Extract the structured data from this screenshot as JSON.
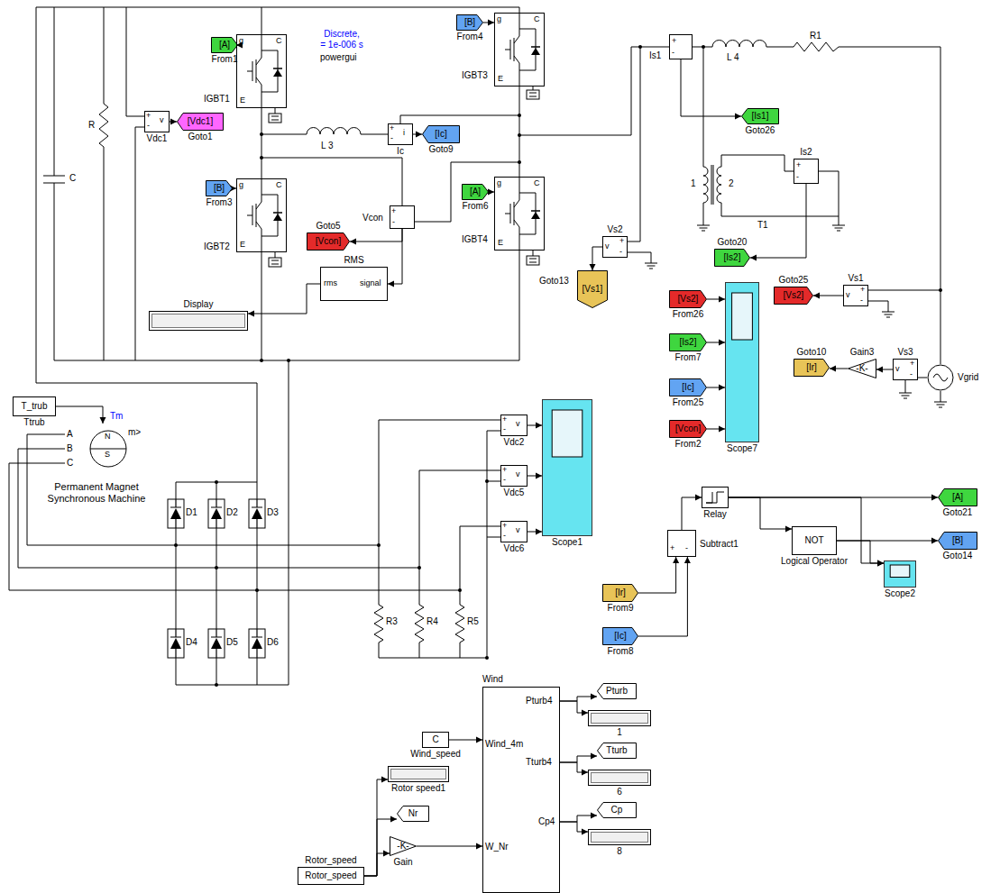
{
  "diagram": {
    "nodes": [
      {
        "text": [
          "[A]",
          "From1"
        ]
      },
      {
        "text": [
          "IGBT1",
          "g",
          "C",
          "E"
        ]
      },
      {
        "text": [
          "Discrete, = 1e-006 s",
          "powergui"
        ]
      },
      {
        "text": [
          "+",
          "v",
          "-",
          "Vdc1"
        ]
      },
      {
        "text": [
          "[Vdc1]",
          "Goto1"
        ]
      },
      {
        "text": [
          "+",
          "i",
          "-",
          "Ic"
        ]
      },
      {
        "text": [
          "[Ic]",
          "Goto9"
        ]
      },
      {
        "text": [
          "[B]",
          "From3"
        ]
      },
      {
        "text": [
          "IGBT2",
          "g",
          "C",
          "E"
        ]
      },
      {
        "text": [
          "+",
          "-",
          "Vcon"
        ]
      },
      {
        "text": [
          "[Vcon]",
          "Goto5"
        ]
      },
      {
        "text": [
          "rms",
          "signal",
          "RMS"
        ]
      },
      {
        "text": [
          "Display"
        ]
      },
      {
        "text": [
          "[B]",
          "From4"
        ]
      },
      {
        "text": [
          "IGBT3",
          "g",
          "C",
          "E"
        ]
      },
      {
        "text": [
          "[A]",
          "From6"
        ]
      },
      {
        "text": [
          "IGBT4",
          "g",
          "C",
          "E"
        ]
      },
      {
        "text": [
          "+",
          "-",
          "Is1"
        ]
      },
      {
        "text": [
          "[Is1]",
          "Goto26"
        ]
      },
      {
        "text": [
          "+",
          "-",
          "Is2"
        ]
      },
      {
        "text": [
          "[Is2]",
          "Goto20"
        ]
      },
      {
        "text": [
          "v",
          "+",
          "-",
          "Vs2"
        ]
      },
      {
        "text": [
          "[Vs1]",
          "Goto13"
        ]
      },
      {
        "text": [
          "[Vs2]",
          "From26"
        ]
      },
      {
        "text": [
          "[Is2]",
          "From7"
        ]
      },
      {
        "text": [
          "[Ic]",
          "From25"
        ]
      },
      {
        "text": [
          "[Vcon]",
          "From2"
        ]
      },
      {
        "text": [
          "Scope7"
        ]
      },
      {
        "text": [
          "[Vs2]",
          "Goto25"
        ]
      },
      {
        "text": [
          "v",
          "+",
          "-",
          "Vs1"
        ]
      },
      {
        "text": [
          "[Ir]",
          "Goto10"
        ]
      },
      {
        "text": [
          "-K-",
          "Gain3"
        ]
      },
      {
        "text": [
          "v",
          "+",
          "-",
          "Vs3"
        ]
      },
      {
        "text": [
          "Vgrid"
        ]
      },
      {
        "text": [
          "T_trub",
          "Ttrub"
        ]
      },
      {
        "text": [
          "Tm",
          "m>",
          "A",
          "B",
          "C",
          "N",
          "S",
          "Permanent Magnet Synchronous Machine"
        ]
      },
      {
        "text": [
          "+",
          "v",
          "-",
          "Vdc2"
        ]
      },
      {
        "text": [
          "+",
          "v",
          "-",
          "Vdc5"
        ]
      },
      {
        "text": [
          "+",
          "v",
          "-",
          "Vdc6"
        ]
      },
      {
        "text": [
          "Scope1"
        ]
      },
      {
        "text": [
          "Relay"
        ]
      },
      {
        "text": [
          "+",
          "-",
          "Subtract1"
        ]
      },
      {
        "text": [
          "NOT",
          "Logical Operator"
        ]
      },
      {
        "text": [
          "[A]",
          "Goto21"
        ]
      },
      {
        "text": [
          "[B]",
          "Goto14"
        ]
      },
      {
        "text": [
          "Scope2"
        ]
      },
      {
        "text": [
          "[Ir]",
          "From9"
        ]
      },
      {
        "text": [
          "[Ic]",
          "From8"
        ]
      },
      {
        "text": [
          "Wind",
          "Wind_4m",
          "W_Nr",
          "Pturb4",
          "Tturb4",
          "Cp4"
        ]
      },
      {
        "text": [
          "C",
          "Wind_speed"
        ]
      },
      {
        "text": [
          "Rotor speed1"
        ]
      },
      {
        "text": [
          "Nr"
        ]
      },
      {
        "text": [
          "-K-",
          "Gain"
        ]
      },
      {
        "text": [
          "Rotor_speed",
          "Rotor_speed"
        ]
      },
      {
        "text": [
          "Pturb"
        ]
      },
      {
        "text": [
          "1"
        ]
      },
      {
        "text": [
          "Tturb"
        ]
      },
      {
        "text": [
          "6"
        ]
      },
      {
        "text": [
          "Cp"
        ]
      },
      {
        "text": [
          "8"
        ]
      }
    ],
    "edges": [
      {
        "from": 3,
        "to": 4,
        "arrow": "to"
      },
      {
        "from": 5,
        "to": 6,
        "arrow": "to"
      },
      {
        "from": 0,
        "to": 1,
        "arrow": "to"
      },
      {
        "from": 7,
        "to": 8,
        "arrow": "to"
      },
      {
        "from": 13,
        "to": 14,
        "arrow": "to"
      },
      {
        "from": 15,
        "to": 16,
        "arrow": "to"
      },
      {
        "from": 1,
        "to": 8,
        "arrow": "none"
      },
      {
        "from": 14,
        "to": 16,
        "arrow": "none"
      },
      {
        "from": 9,
        "to": 10,
        "arrow": "to"
      },
      {
        "from": 9,
        "to": 11,
        "arrow": "to"
      },
      {
        "from": 11,
        "to": 12,
        "arrow": "to"
      },
      {
        "from": 17,
        "to": 18,
        "arrow": "to"
      },
      {
        "from": 19,
        "to": 20,
        "arrow": "to"
      },
      {
        "from": 21,
        "to": 22,
        "arrow": "to"
      },
      {
        "from": 23,
        "to": 27,
        "arrow": "to"
      },
      {
        "from": 24,
        "to": 27,
        "arrow": "to"
      },
      {
        "from": 25,
        "to": 27,
        "arrow": "to"
      },
      {
        "from": 26,
        "to": 27,
        "arrow": "to"
      },
      {
        "from": 29,
        "to": 28,
        "arrow": "to"
      },
      {
        "from": 32,
        "to": 31,
        "arrow": "to"
      },
      {
        "from": 31,
        "to": 30,
        "arrow": "to"
      },
      {
        "from": 33,
        "to": 32,
        "arrow": "none"
      },
      {
        "from": 34,
        "to": 35,
        "arrow": "to"
      },
      {
        "from": 36,
        "to": 39,
        "arrow": "to"
      },
      {
        "from": 37,
        "to": 39,
        "arrow": "to"
      },
      {
        "from": 38,
        "to": 39,
        "arrow": "to"
      },
      {
        "from": 46,
        "to": 41,
        "arrow": "to"
      },
      {
        "from": 47,
        "to": 41,
        "arrow": "to"
      },
      {
        "from": 41,
        "to": 40,
        "arrow": "to"
      },
      {
        "from": 40,
        "to": 42,
        "arrow": "to"
      },
      {
        "from": 40,
        "to": 43,
        "arrow": "to"
      },
      {
        "from": 42,
        "to": 44,
        "arrow": "to"
      },
      {
        "from": 40,
        "to": 45,
        "arrow": "to"
      },
      {
        "from": 42,
        "to": 45,
        "arrow": "to"
      },
      {
        "from": 49,
        "to": 48,
        "arrow": "to"
      },
      {
        "from": 53,
        "to": 52,
        "arrow": "to"
      },
      {
        "from": 52,
        "to": 48,
        "arrow": "to"
      },
      {
        "from": 53,
        "to": 50,
        "arrow": "to"
      },
      {
        "from": 53,
        "to": 51,
        "arrow": "to"
      },
      {
        "from": 48,
        "to": 54,
        "arrow": "to"
      },
      {
        "from": 48,
        "to": 55,
        "arrow": "to"
      },
      {
        "from": 48,
        "to": 56,
        "arrow": "to"
      },
      {
        "from": 48,
        "to": 57,
        "arrow": "to"
      },
      {
        "from": 48,
        "to": 58,
        "arrow": "to"
      },
      {
        "from": 48,
        "to": 59,
        "arrow": "to"
      }
    ],
    "labels": [
      "C",
      "R",
      "L 3",
      "L 4",
      "R1",
      "1",
      "2",
      "T1",
      "D1",
      "D2",
      "D3",
      "D4",
      "D5",
      "D6",
      "R3",
      "R4",
      "R5"
    ]
  }
}
